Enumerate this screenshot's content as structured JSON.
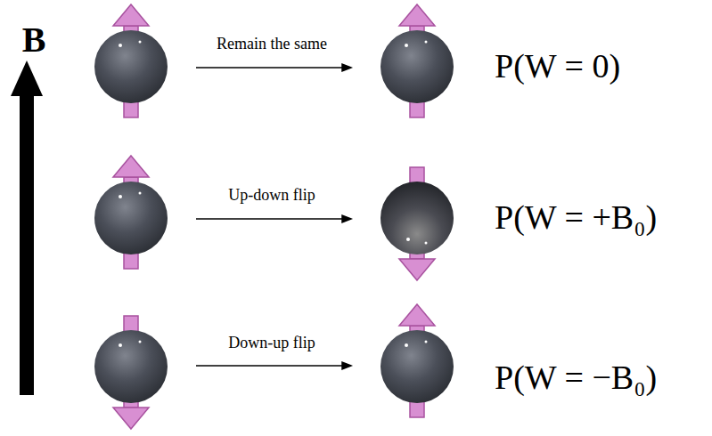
{
  "diagram": {
    "labels": [
      "B",
      "Remain the same",
      "Up-down flip",
      "Down-up flip",
      "P(W = 0)",
      "P(W = +B₀)",
      "P(W = −B₀)"
    ]
  }
}
